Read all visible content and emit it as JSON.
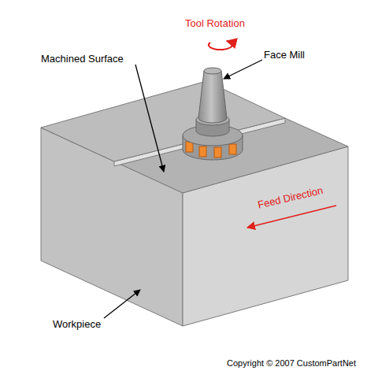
{
  "diagram": {
    "labels": [
      "Tool Rotation",
      "Face Mill",
      "Machined Surface",
      "Feed Direction",
      "Workpiece",
      "Copyright © 2007 CustomPartNet"
    ]
  }
}
